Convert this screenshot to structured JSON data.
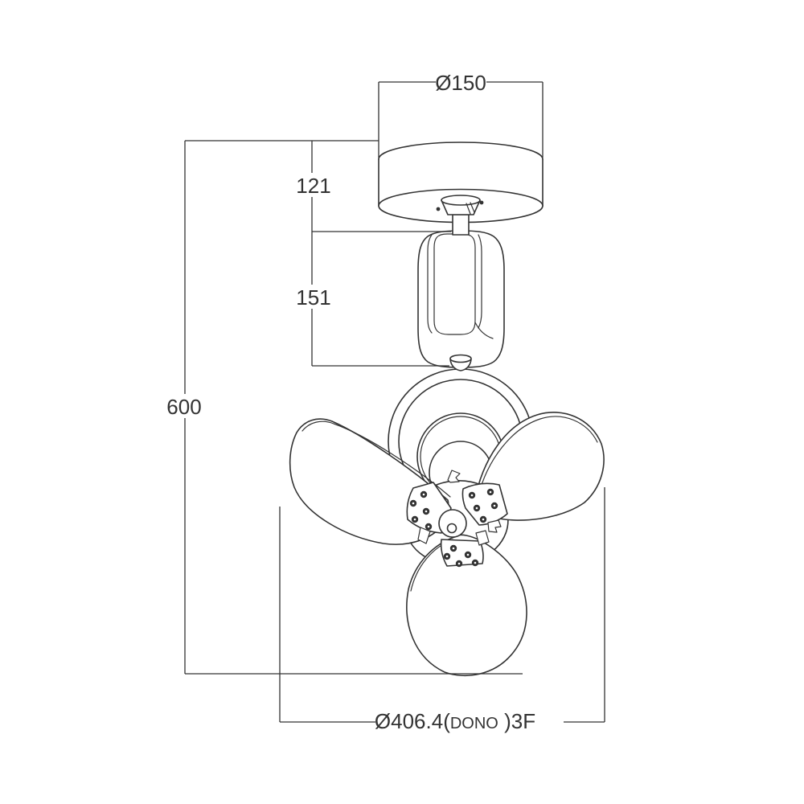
{
  "colors": {
    "line": "#333333",
    "background": "#ffffff"
  },
  "dimensions": {
    "canopy_diameter": {
      "label": "Ø150"
    },
    "upper_section_height": {
      "label": "121"
    },
    "motor_section_height": {
      "label": "151"
    },
    "overall_height": {
      "label": "600"
    },
    "blade_sweep": {
      "prefix": "Ø406.4(",
      "model": "DONO",
      "suffix": " )3F",
      "full": "Ø406.4(DONO )3F"
    }
  }
}
